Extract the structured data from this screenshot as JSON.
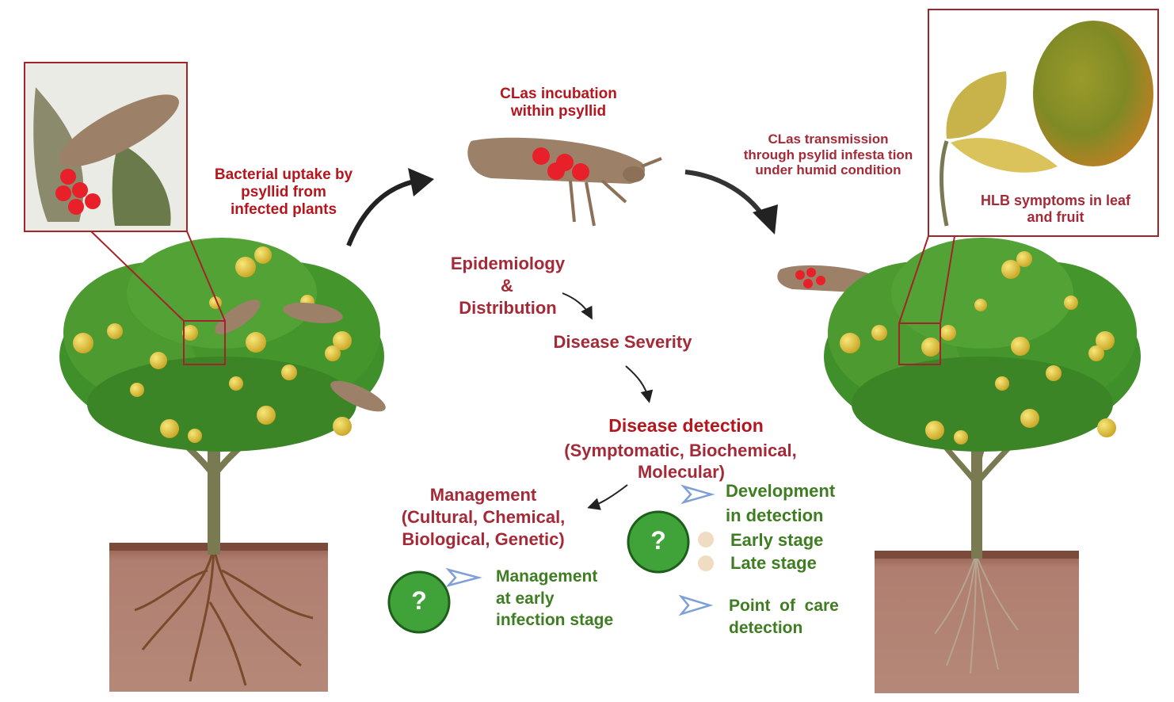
{
  "labels": {
    "bacterial_uptake": "Bacterial uptake by psyllid from infected plants",
    "incubation": "CLas incubation within psyllid",
    "transmission": "CLas transmission through psylid infesta tion under humid condition",
    "hlb_symptoms": "HLB symptoms in leaf and fruit",
    "epidemiology": "Epidemiology",
    "ampersand": "&",
    "distribution": "Distribution",
    "severity": "Disease Severity",
    "detection_title": "Disease detection",
    "detection_types_1": "(Symptomatic, Biochemical,",
    "detection_types_2": "Molecular)",
    "management_title": "Management",
    "management_types_1": "(Cultural, Chemical,",
    "management_types_2": "Biological, Genetic)",
    "development_1": "Development",
    "development_2": "in detection",
    "early_stage": "Early stage",
    "late_stage": "Late stage",
    "point_of_care_1": "Point  of  care",
    "point_of_care_2": "detection",
    "management_early_1": "Management",
    "management_early_2": "at early",
    "management_early_3": "infection stage",
    "question_mark": "?"
  },
  "colors": {
    "label_red": "#b5161d",
    "label_maroon": "#a52a38",
    "label_green": "#3e7d21",
    "frame_red": "#a3242a",
    "question_green": "#3fa33a",
    "soil": "#a97a6c",
    "leaf": "#3f8f2a",
    "fruit": "#e4c43a",
    "psyllid": "#9c8068",
    "bacteria": "#e8202a"
  }
}
